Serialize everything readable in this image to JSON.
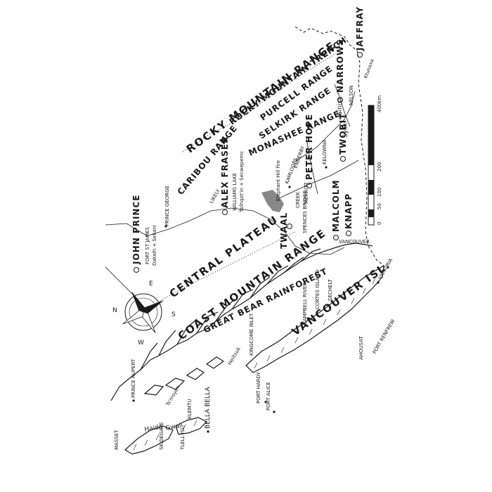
{
  "ranges": {
    "rocky_mountain": "ROCKY MOUNTAIN RANGE",
    "rocky_trench": "ROCKY MOUNTAIN TRENCH",
    "purcell": "PURCELL RANGE",
    "selkirk": "SELKIRK RANGE",
    "monashee": "MONASHEE RANGE",
    "caribou": "CARIBOU RANGE",
    "central_plateau": "CENTRAL PLATEAU",
    "coast_mountain": "COAST MOUNTAIN RANGE",
    "great_bear": "GREAT BEAR RAINFOREST",
    "vancouver_isl": "VANCOUVER ISL."
  },
  "people": {
    "john_prince": "JOHN PRINCE",
    "alex_fraser": "ALEX FRASER",
    "peter_hope": "PETER HOPE",
    "twobit": "TWOBIT",
    "jaffray": "JAFFRAY",
    "narrows": "NARROWS",
    "malcolm": "MALCOLM",
    "knapp": "KNAPP",
    "twaal": "TWAAL"
  },
  "places": {
    "fort_st_james": "FORT ST JAMES",
    "dakelh": "Dakelh + Sekani",
    "prince_george": "PRINCE GEORGE",
    "williams_lake": "WILLIAMS LAKE",
    "tsilhqotin": "Tsilhqot'in + Secwepemc",
    "likely": "LIKELY",
    "elephant_hill": "Elephant Hill fire",
    "kamloops": "KAMLOOPS",
    "enderby": "ENDERBY",
    "merritt": "MERRITT",
    "creek": "CREEK",
    "spences_bridge": "SPENCES BRIDGE",
    "kelowna": "KELOWNA",
    "syilx": "Syilx",
    "sinixt": "Sinixt",
    "nelson": "NELSON",
    "ktunaxa": "Ktunaxa",
    "vancouver": "VANCOUVER",
    "victoria": "VICTORIA",
    "port_renfrew": "PORT RENFREW",
    "ahousat": "AHOUSAT",
    "port_alice": "PORT ALICE",
    "port_hardy": "PORT HARDY",
    "kingcome": "KINGCOME INLET",
    "bella_bella": "BELLA BELLA",
    "heiltsuk": "Heiltsuk",
    "klemtu": "KLEMTU",
    "prince_rupert": "PRINCE RUPERT",
    "tsimshian": "Ts'msyen",
    "haida": "Haida",
    "gwaii": "Gwaii",
    "masset": "MASSET",
    "tlell": "TLELL ISL.",
    "skidegate": "SKIDEGATE",
    "campbell_river": "CAMPBELL RIVER",
    "cortes": "CORTES ISLAND",
    "sechelt": "SECHELT"
  },
  "compass": {
    "n": "N",
    "e": "E",
    "s": "S",
    "w": "W"
  },
  "scale": {
    "labels": [
      "0",
      "50",
      "100",
      "200",
      "400km"
    ]
  }
}
